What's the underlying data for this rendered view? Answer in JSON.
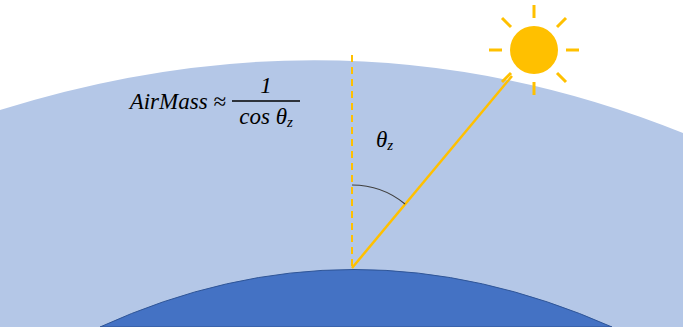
{
  "diagram": {
    "labels": [
      "AirMass ≈",
      "1",
      "cos θ",
      "z",
      "θ",
      "z"
    ]
  }
}
